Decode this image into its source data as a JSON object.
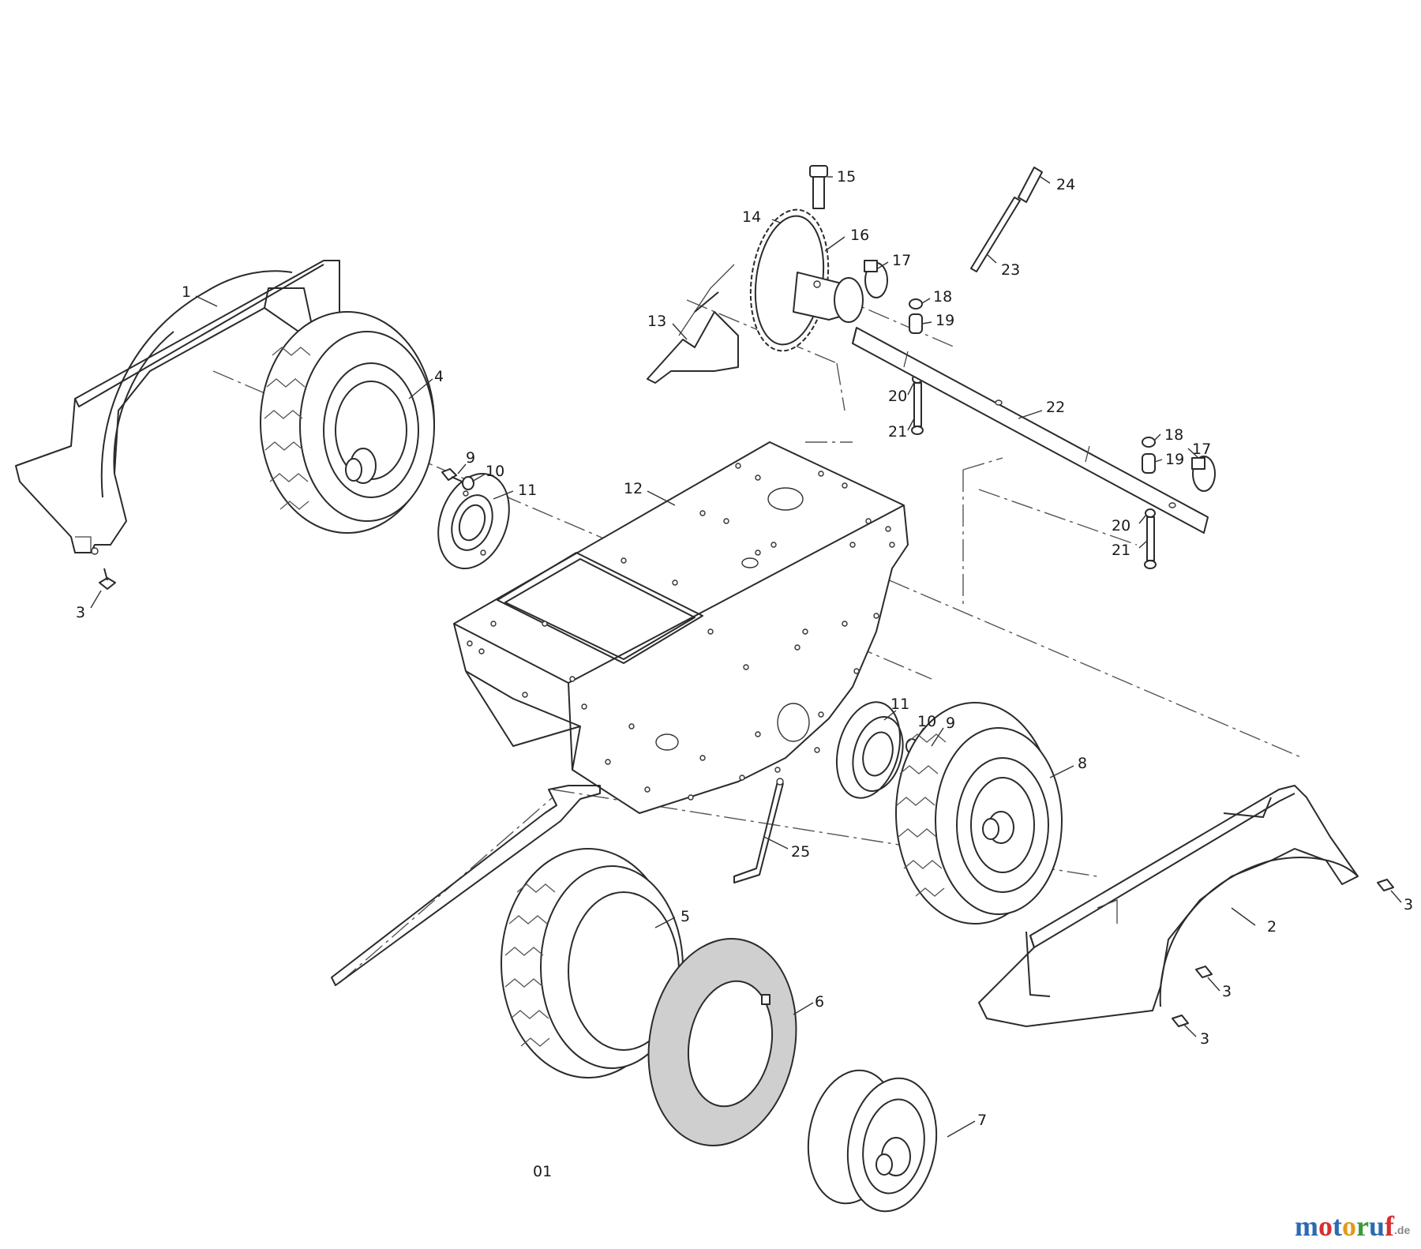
{
  "diagram": {
    "sheet_code": "01",
    "callouts": {
      "c1": "1",
      "c2": "2",
      "c3a": "3",
      "c3b": "3",
      "c3c": "3",
      "c3d": "3",
      "c4": "4",
      "c5": "5",
      "c6": "6",
      "c7": "7",
      "c8": "8",
      "c9a": "9",
      "c9b": "9",
      "c10a": "10",
      "c10b": "10",
      "c11a": "11",
      "c11b": "11",
      "c12": "12",
      "c13": "13",
      "c14": "14",
      "c15": "15",
      "c16": "16",
      "c17a": "17",
      "c17b": "17",
      "c18a": "18",
      "c18b": "18",
      "c19a": "19",
      "c19b": "19",
      "c20a": "20",
      "c20b": "20",
      "c21a": "21",
      "c21b": "21",
      "c22": "22",
      "c23": "23",
      "c24": "24",
      "c25": "25"
    }
  },
  "watermark": {
    "brand": "motoruf",
    "suffix": ".de",
    "colors": {
      "m": "#2a6bb0",
      "o1": "#d62f2f",
      "t": "#2a6bb0",
      "o2": "#e39a1a",
      "r": "#3a9a3a",
      "u": "#2a6bb0",
      "f": "#d62f2f"
    }
  }
}
